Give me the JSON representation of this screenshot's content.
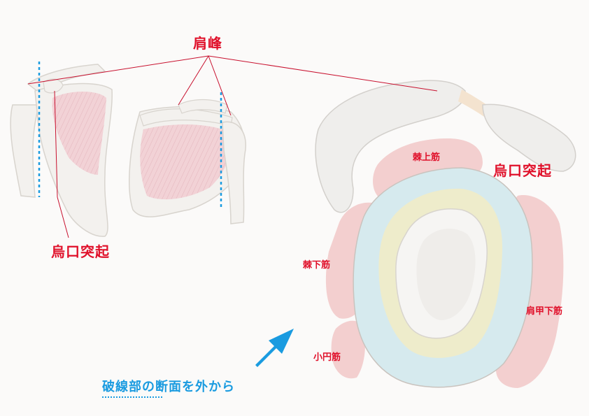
{
  "labels": {
    "acromion": "肩峰",
    "coracoid_left": "烏口突起",
    "coracoid_right": "烏口突起",
    "supraspinatus": "棘上筋",
    "infraspinatus": "棘下筋",
    "subscapularis": "肩甲下筋",
    "teres_minor": "小円筋",
    "caption": "破線部の断面を外から"
  },
  "colors": {
    "label_red": "#e0102a",
    "caption_blue": "#1a9be0",
    "muscle_pink": "#f3cfcf",
    "bone": "#f3f1ee",
    "cartilage_blue": "#d6eaee",
    "labrum_yellow": "#eeeccb",
    "leader_line": "#c8102e"
  },
  "icons": {
    "arrow": "arrow-up-right-icon"
  }
}
